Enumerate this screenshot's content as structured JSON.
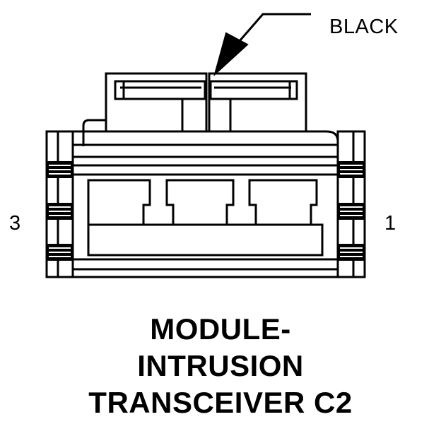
{
  "callout_label": "BLACK",
  "pins": {
    "left": "3",
    "right": "1"
  },
  "title_lines": [
    "MODULE-",
    "INTRUSION",
    "TRANSCEIVER C2"
  ],
  "colors": {
    "ink": "#000000",
    "background": "#ffffff"
  }
}
